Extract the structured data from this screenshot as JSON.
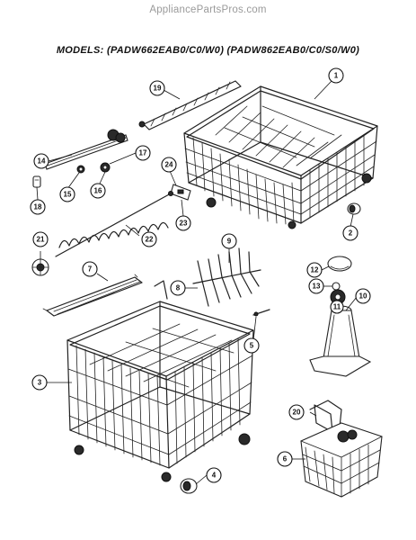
{
  "watermark": "AppliancePartsPros.com",
  "models_title": "MODELS: (PADW662EAB0/C0/W0) (PADW862EAB0/C0/S0/W0)",
  "callouts": {
    "c1": "1",
    "c2": "2",
    "c3": "3",
    "c4": "4",
    "c5": "5",
    "c6": "6",
    "c7": "7",
    "c8": "8",
    "c9": "9",
    "c10": "10",
    "c11": "11",
    "c12": "12",
    "c13": "13",
    "c14": "14",
    "c15": "15",
    "c16": "16",
    "c17": "17",
    "c18": "18",
    "c19": "19",
    "c20": "20",
    "c21": "21",
    "c22": "22",
    "c23": "23",
    "c24": "24"
  }
}
